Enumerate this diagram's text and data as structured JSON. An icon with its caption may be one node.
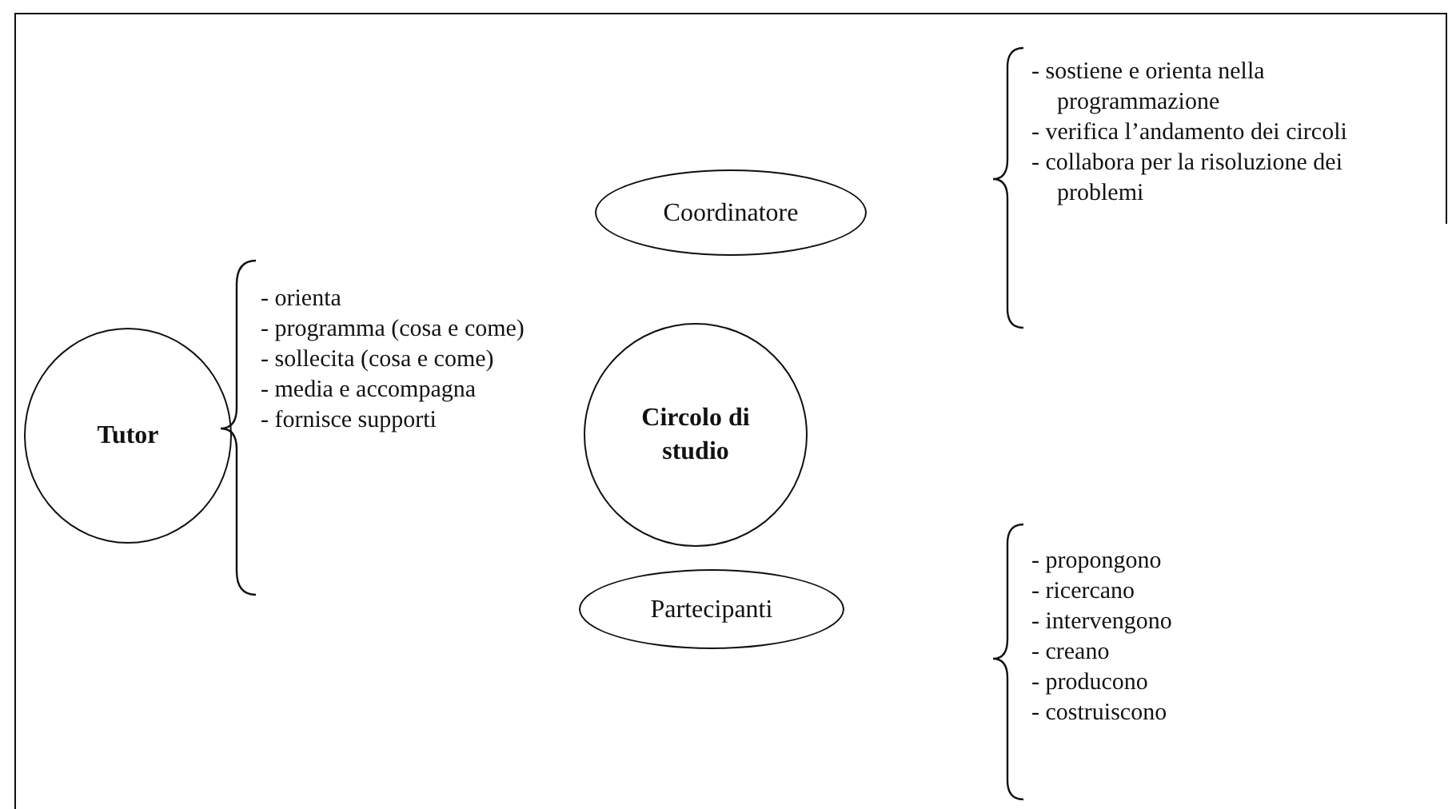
{
  "diagram": {
    "nodes": [
      {
        "text": [
          "Tutor"
        ],
        "beside": [
          "- orienta",
          "- programma (cosa e come)",
          "- sollecita (cosa e come)",
          "- media e accompagna",
          "- fornisce supporti"
        ]
      },
      {
        "text": [
          "Coordinatore"
        ],
        "beside": [
          "- sostiene e orienta nella programmazione",
          "- verifica l’andamento dei circoli",
          "- collabora per la risoluzione dei problemi"
        ]
      },
      {
        "text": [
          "Circolo di studio"
        ]
      },
      {
        "text": [
          "Partecipanti"
        ],
        "beside": [
          "- propongono",
          "- ricercano",
          "- intervengono",
          "- creano",
          "- producono",
          "- costruiscono"
        ]
      }
    ],
    "edges": []
  }
}
